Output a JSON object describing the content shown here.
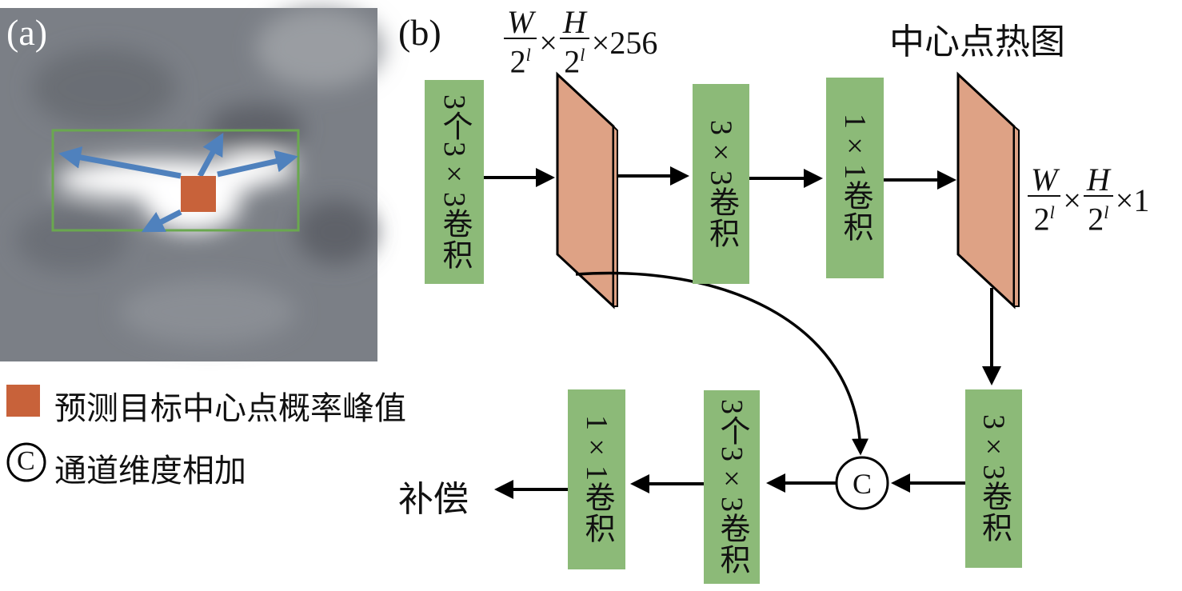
{
  "panel_a": {
    "label": "(a)",
    "colors": {
      "box": "#6aa84f",
      "arrows": "#4f81bd",
      "center": "#c8623a"
    }
  },
  "legend": {
    "center_peak": "预测目标中心点概率峰值",
    "concat_symbol": "C",
    "concat": "通道维度相加"
  },
  "panel_b": {
    "label": "(b)",
    "feature_dims_top": {
      "w": "W",
      "h": "H",
      "den": "2",
      "exp": "l",
      "times": "×",
      "channels": "256"
    },
    "heatmap_title": "中心点热图",
    "feature_dims_heatmap": {
      "w": "W",
      "h": "H",
      "den": "2",
      "exp": "l",
      "times": "×",
      "channels": "1"
    },
    "blocks": {
      "conv_3x3x3_in": "3个3×3卷积",
      "conv_3x3_a": "3×3卷积",
      "conv_1x1_a": "1×1卷积",
      "conv_3x3_b": "3×3卷积",
      "conv_3x3x3_out": "3个3×3卷积",
      "conv_1x1_b": "1×1卷积"
    },
    "concat_node": "C",
    "output": "补偿",
    "colors": {
      "block": "#8cba78",
      "feature_map": "#dea285"
    }
  }
}
